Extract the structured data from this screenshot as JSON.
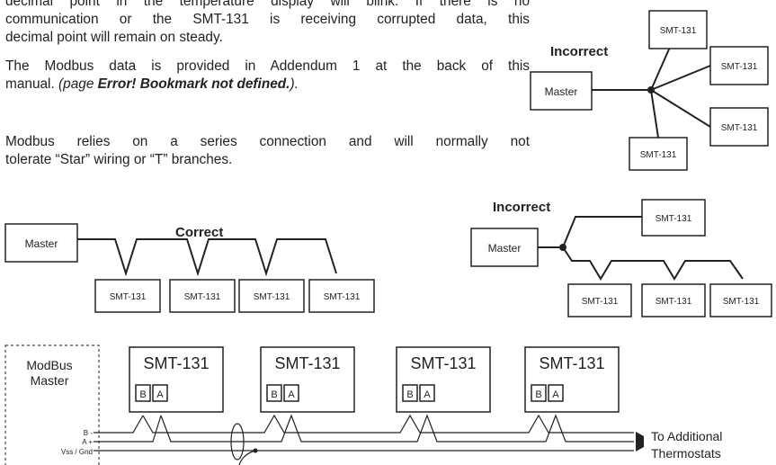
{
  "text": {
    "p1_line1": "decimal point in the temperature display will blink. If there is no",
    "p1_line2": "communication or the SMT-131 is receiving corrupted data, this",
    "p1_line3": "decimal point will remain on steady.",
    "p2_line1": "The Modbus data is provided in Addendum 1 at the back of this",
    "p2_line2a": "manual. ",
    "p2_page": "(page ",
    "p2_error": "Error! Bookmark not defined.",
    "p2_close": ").",
    "p3_line1": "Modbus relies on a series connection and will normally not",
    "p3_line2": "tolerate “Star” wiring or “T” branches."
  },
  "diagrams": {
    "star": {
      "heading": "Incorrect",
      "master": "Master",
      "device": "SMT-131"
    },
    "correct": {
      "heading": "Correct",
      "master": "Master",
      "device": "SMT-131"
    },
    "tee": {
      "heading": "Incorrect",
      "master": "Master",
      "device": "SMT-131"
    },
    "wiring": {
      "master_line1": "ModBus",
      "master_line2": "Master",
      "device": "SMT-131",
      "term_b": "B",
      "term_a": "A",
      "wire_b": "B -",
      "wire_a": "A +",
      "wire_gnd": "Vss / Gnd",
      "to_line1": "To Additional",
      "to_line2": "Thermostats"
    }
  }
}
